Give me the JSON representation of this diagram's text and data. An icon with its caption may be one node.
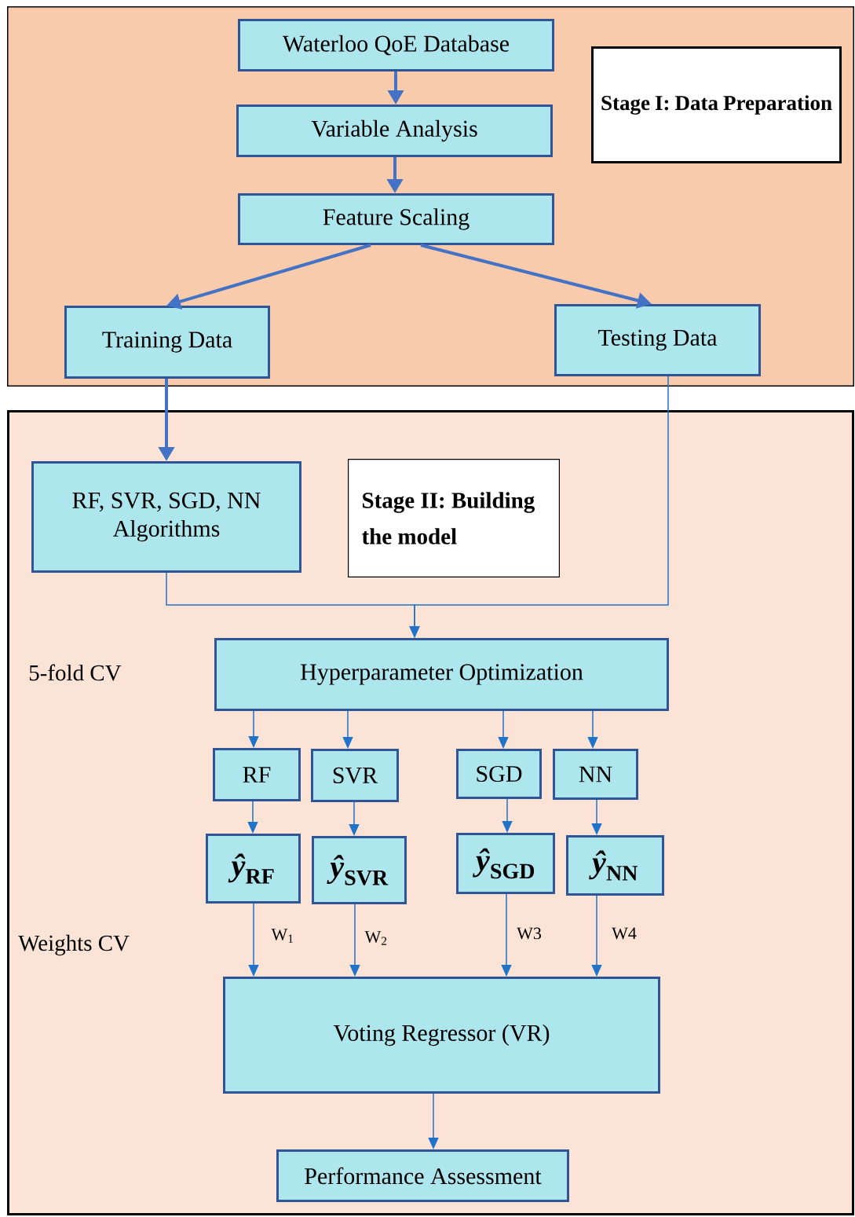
{
  "diagram": {
    "nodes": [
      {
        "text": [],
        "shape": "box"
      },
      {
        "text": [
          "Waterloo QoE Database"
        ],
        "in": 0
      },
      {
        "text": [
          "Stage I: Data Preparation"
        ],
        "in": 0
      },
      {
        "text": [
          "Variable Analysis"
        ],
        "in": 0
      },
      {
        "text": [
          "Feature Scaling"
        ],
        "in": 0
      },
      {
        "text": [
          "Training Data"
        ],
        "in": 0
      },
      {
        "text": [
          "Testing Data"
        ],
        "in": 0
      },
      {
        "text": [],
        "shape": "box"
      },
      {
        "text": [
          "RF, SVR, SGD, NN Algorithms"
        ],
        "in": 7
      },
      {
        "text": [
          "Stage II: Building the model"
        ],
        "in": 7
      },
      {
        "text": [
          "Hyperparameter Optimization"
        ],
        "in": 7
      },
      {
        "text": [
          "RF"
        ],
        "in": 7
      },
      {
        "text": [
          "SVR"
        ],
        "in": 7
      },
      {
        "text": [
          "SGD"
        ],
        "in": 7
      },
      {
        "text": [
          "NN"
        ],
        "in": 7
      },
      {
        "text": [
          "*ŷ*$_{RF}$"
        ],
        "in": 7
      },
      {
        "text": [
          "*ŷ*$_{SVR}$"
        ],
        "in": 7
      },
      {
        "text": [
          "*ŷ*$_{SGD}$"
        ],
        "in": 7
      },
      {
        "text": [
          "*ŷ*$_{NN}$"
        ],
        "in": 7
      },
      {
        "text": [
          "Voting Regressor (VR)"
        ],
        "in": 7
      },
      {
        "text": [
          "Performance Assessment"
        ],
        "in": 7
      }
    ],
    "edges": [
      {
        "from": 1,
        "to": 3,
        "arrow": "to",
        "style": "thick",
        "color": "#4472c4"
      },
      {
        "from": 3,
        "to": 4,
        "arrow": "to",
        "style": "thick",
        "color": "#4472c4"
      },
      {
        "from": 4,
        "to": 5,
        "arrow": "to",
        "style": "thick",
        "color": "#4472c4"
      },
      {
        "from": 4,
        "to": 6,
        "arrow": "to",
        "style": "thick",
        "color": "#4472c4"
      },
      {
        "from": 5,
        "to": 8,
        "arrow": "to",
        "style": "thick",
        "color": "#4472c4"
      },
      {
        "from": 8,
        "to": 10,
        "arrow": "to"
      },
      {
        "from": 6,
        "to": 10,
        "arrow": "to"
      },
      {
        "from": 10,
        "to": 11,
        "arrow": "to"
      },
      {
        "from": 10,
        "to": 12,
        "arrow": "to"
      },
      {
        "from": 10,
        "to": 13,
        "arrow": "to"
      },
      {
        "from": 10,
        "to": 14,
        "arrow": "to"
      },
      {
        "from": 11,
        "to": 15,
        "arrow": "to"
      },
      {
        "from": 12,
        "to": 16,
        "arrow": "to"
      },
      {
        "from": 13,
        "to": 17,
        "arrow": "to"
      },
      {
        "from": 14,
        "to": 18,
        "arrow": "to"
      },
      {
        "from": 15,
        "to": 19,
        "arrow": "to",
        "label": "W$_{1}$"
      },
      {
        "from": 16,
        "to": 19,
        "arrow": "to",
        "label": "W$_{2}$"
      },
      {
        "from": 17,
        "to": 19,
        "arrow": "to",
        "label": "W3"
      },
      {
        "from": 18,
        "to": 19,
        "arrow": "to",
        "label": "W4"
      },
      {
        "from": 19,
        "to": 20,
        "arrow": "to"
      }
    ],
    "labels": [
      "5-fold CV",
      "Weights CV"
    ]
  }
}
